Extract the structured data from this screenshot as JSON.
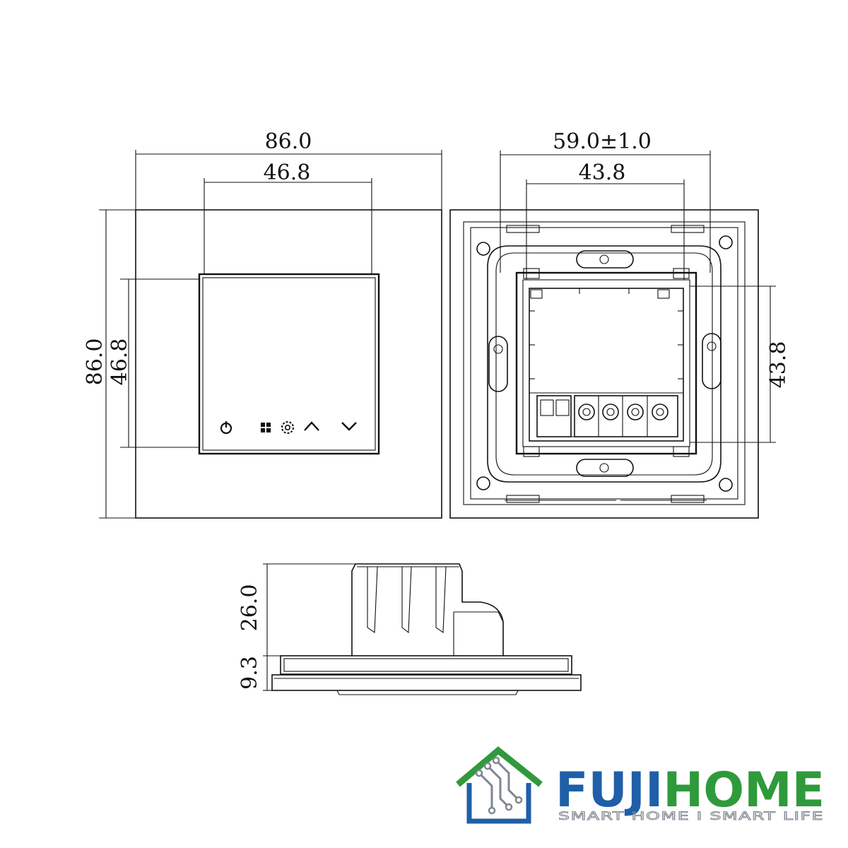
{
  "front_view": {
    "width_label": "86.0",
    "height_label": "86.0",
    "screen_width_label": "46.8",
    "screen_height_label": "46.8",
    "buttons": [
      "power-icon",
      "grid-icon",
      "settings-icon",
      "up-arrow-icon",
      "down-arrow-icon"
    ]
  },
  "back_view": {
    "width_label": "59.0±1.0",
    "inner_width_label": "43.8",
    "inner_height_label": "43.8"
  },
  "side_view": {
    "depth_label": "26.0",
    "front_thickness_label": "9.3"
  },
  "brand": {
    "name_part1": "FUJI",
    "name_part2": "HOME",
    "tagline": "SMART HOME  I  SMART LIFE",
    "colors": {
      "blue": "#1f5fa8",
      "green": "#2f9a3c",
      "gray": "#7f8690"
    }
  }
}
